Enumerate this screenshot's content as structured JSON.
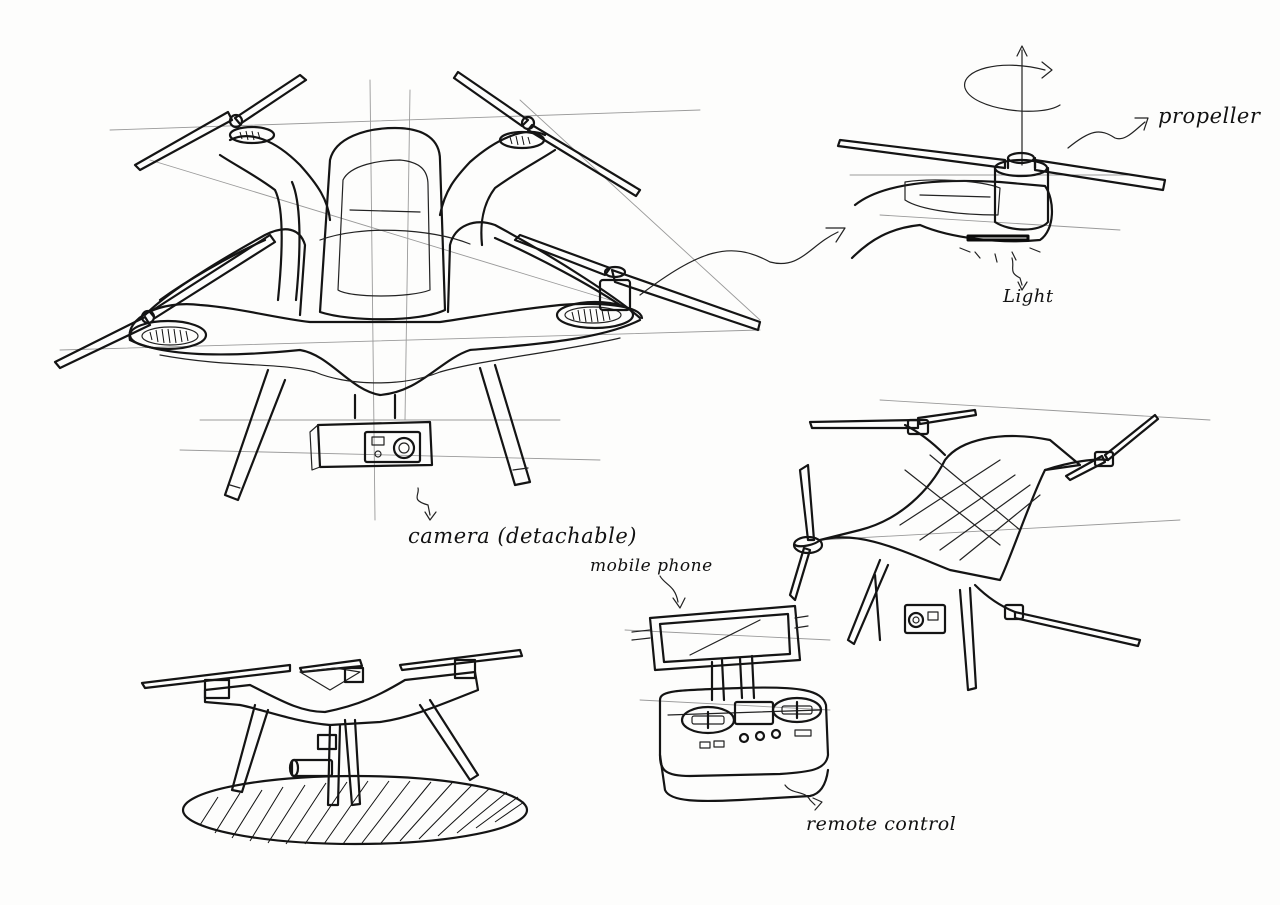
{
  "labels": {
    "propeller": "propeller",
    "light": "Light",
    "camera": "camera (detachable)",
    "mobile_phone": "mobile phone",
    "remote_control": "remote control"
  },
  "colors": {
    "ink": "#141414",
    "paper": "#fdfdfc",
    "construction_line": "#9a9a9a"
  }
}
